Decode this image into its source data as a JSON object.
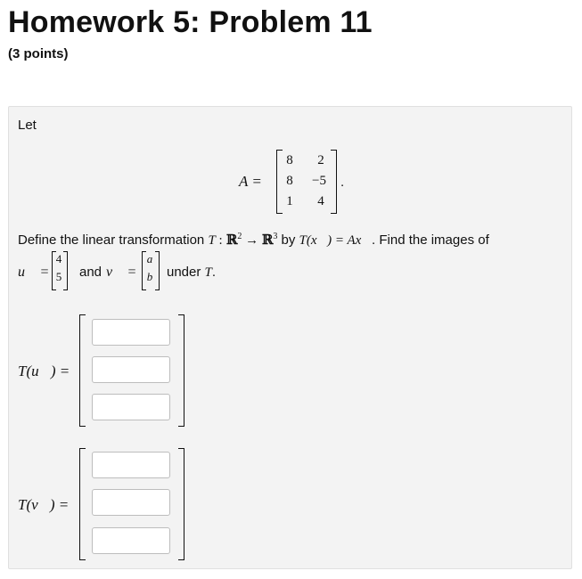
{
  "header": {
    "title": "Homework 5: Problem 11",
    "points": "(3 points)"
  },
  "problem": {
    "intro": "Let",
    "matrix_label": "A =",
    "matrix_A": [
      [
        "8",
        "2"
      ],
      [
        "8",
        "−5"
      ],
      [
        "1",
        "4"
      ]
    ],
    "matrix_end": ".",
    "define_text": "Define the linear transformation",
    "T": "T",
    "colon": " :",
    "R": "ℝ",
    "exp2": "2",
    "arrow": " → ",
    "exp3": "3",
    "by": " by ",
    "Tx": "T(x⃗) = Ax⃗",
    "find_text": ". Find the images of",
    "u_label": "u⃗ =",
    "u_vector": [
      "4",
      "5"
    ],
    "and_text": "and",
    "v_label": "v⃗ =",
    "v_vector": [
      "a",
      "b"
    ],
    "under_text": "under",
    "under_T": "T",
    "period": "."
  },
  "answers": {
    "Tu_label": "T(u⃗) =",
    "Tv_label": "T(v⃗) =",
    "Tu_inputs": [
      "",
      "",
      ""
    ],
    "Tv_inputs": [
      "",
      "",
      ""
    ]
  }
}
